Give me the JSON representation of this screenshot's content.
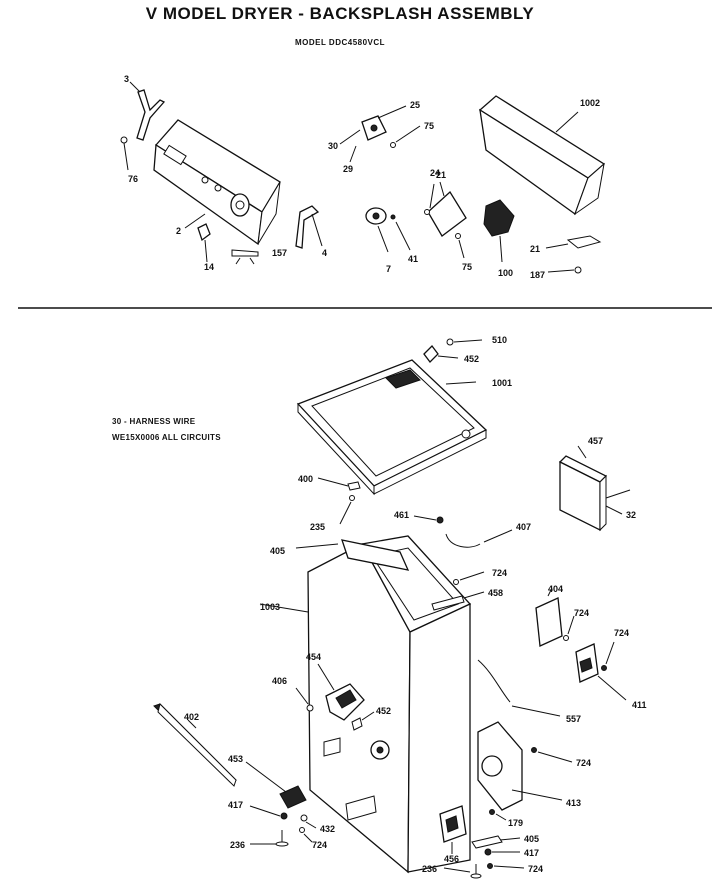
{
  "title": "V MODEL DRYER - BACKSPLASH ASSEMBLY",
  "model": "MODEL DDC4580VCL",
  "notes": {
    "line1": "30 - HARNESS WIRE",
    "line2": "WE15X0006 ALL CIRCUITS"
  },
  "labels": {
    "p3": "3",
    "p76": "76",
    "p2": "2",
    "p14": "14",
    "p157": "157",
    "p4": "4",
    "p25": "25",
    "p75a": "75",
    "p30": "30",
    "p29": "29",
    "p24": "24",
    "p21a": "21",
    "p7": "7",
    "p41": "41",
    "p75b": "75",
    "p100": "100",
    "p1002": "1002",
    "p21b": "21",
    "p187": "187",
    "p510": "510",
    "p452a": "452",
    "p1001": "1001",
    "p457": "457",
    "p32": "32",
    "p400": "400",
    "p235": "235",
    "p461": "461",
    "p407": "407",
    "p405a": "405",
    "p724a": "724",
    "p458": "458",
    "p1003": "1003",
    "p404": "404",
    "p724b": "724",
    "p724c": "724",
    "p411": "411",
    "p454": "454",
    "p406": "406",
    "p452b": "452",
    "p557": "557",
    "p402": "402",
    "p453": "453",
    "p724d": "724",
    "p413": "413",
    "p417a": "417",
    "p432": "432",
    "p236a": "236",
    "p724e": "724",
    "p179": "179",
    "p405b": "405",
    "p417b": "417",
    "p456": "456",
    "p236b": "236",
    "p724f": "724"
  }
}
